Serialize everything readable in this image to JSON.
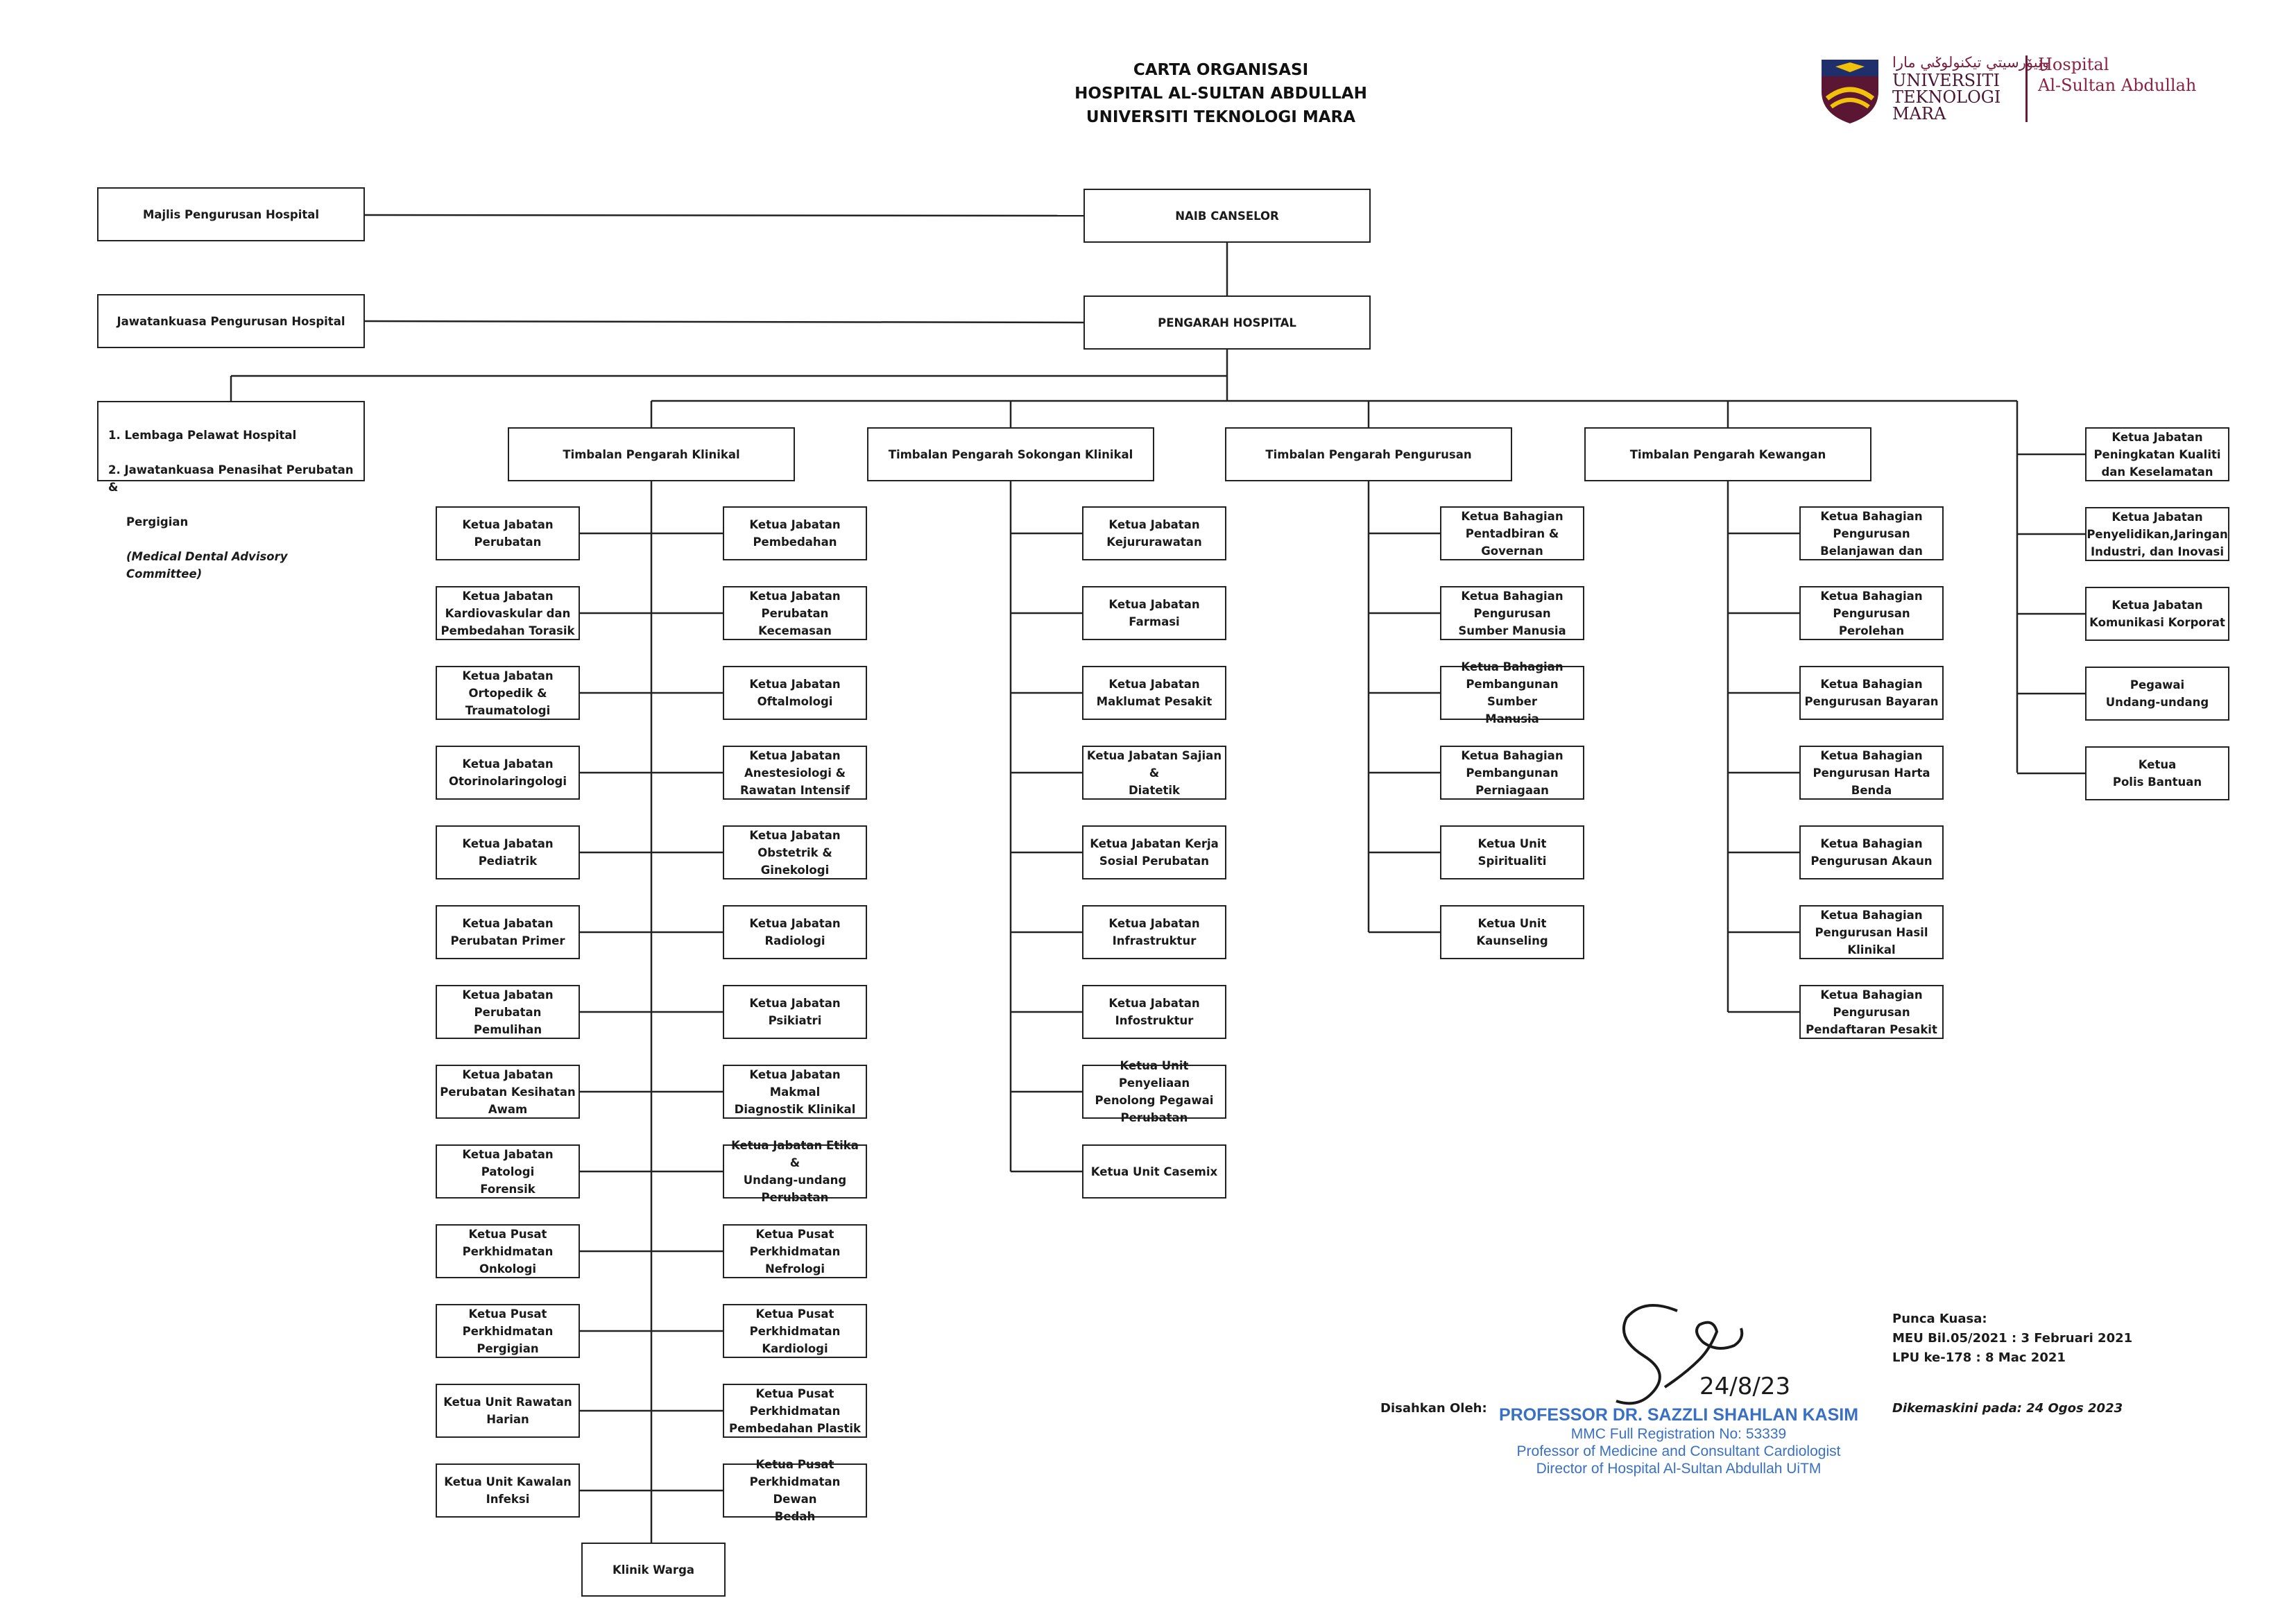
{
  "title": [
    "CARTA ORGANISASI",
    "HOSPITAL AL-SULTAN ABDULLAH",
    "UNIVERSITI TEKNOLOGI MARA"
  ],
  "logo": {
    "arabic": "ﻭﻧﻴﯚﺭﺳﻴﺘﻲ ﺗﻴﻜﻨﻮﻟﻮݢﻲ ﻣﺎرا",
    "university": [
      "UNIVERSITI",
      "TEKNOLOGI",
      "MARA"
    ],
    "hospital": [
      "Hospital",
      "Al-Sultan Abdullah"
    ]
  },
  "top": {
    "majlis": "Majlis Pengurusan Hospital",
    "naib": "NAIB CANSELOR",
    "jawatankuasa": "Jawatankuasa Pengurusan Hospital",
    "pengarah": "PENGARAH HOSPITAL",
    "advisory": {
      "item1": "1.  Lembaga Pelawat Hospital",
      "item2": "2.  Jawatankuasa Penasihat Perubatan &",
      "item2b": "Pergigian",
      "item2c": "(Medical Dental Advisory Committee)"
    }
  },
  "deputies": {
    "klinikal": "Timbalan Pengarah Klinikal",
    "sokongan": "Timbalan Pengarah Sokongan Klinikal",
    "pengurusan": "Timbalan Pengarah Pengurusan",
    "kewangan": "Timbalan Pengarah Kewangan"
  },
  "klinikal_left": [
    "Ketua Jabatan\nPerubatan",
    "Ketua Jabatan\nKardiovaskular dan\nPembedahan Torasik",
    "Ketua Jabatan\nOrtopedik &\nTraumatologi",
    "Ketua  Jabatan\nOtorinolaringologi",
    "Ketua Jabatan\nPediatrik",
    "Ketua Jabatan\nPerubatan Primer",
    "Ketua Jabatan\nPerubatan Pemulihan",
    "Ketua Jabatan\nPerubatan Kesihatan\nAwam",
    "Ketua Jabatan Patologi\nForensik",
    "Ketua Pusat\nPerkhidmatan\nOnkologi",
    "Ketua Pusat\nPerkhidmatan\nPergigian",
    "Ketua Unit Rawatan\nHarian",
    "Ketua Unit Kawalan\nInfeksi"
  ],
  "klinikal_right": [
    "Ketua Jabatan\nPembedahan",
    "Ketua Jabatan\nPerubatan Kecemasan",
    "Ketua Jabatan\nOftalmologi",
    "Ketua Jabatan\nAnestesiologi &\nRawatan Intensif",
    "Ketua Jabatan\nObstetrik & Ginekologi",
    "Ketua Jabatan\nRadiologi",
    "Ketua Jabatan Psikiatri",
    "Ketua Jabatan Makmal\nDiagnostik Klinikal",
    "Ketua Jabatan Etika &\nUndang-undang\nPerubatan",
    "Ketua Pusat\nPerkhidmatan\nNefrologi",
    "Ketua Pusat\nPerkhidmatan\nKardiologi",
    "Ketua Pusat\nPerkhidmatan\nPembedahan Plastik",
    "Ketua Pusat\nPerkhidmatan Dewan\nBedah"
  ],
  "klinik_warga": "Klinik Warga",
  "sokongan": [
    "Ketua Jabatan\nKejururawatan",
    "Ketua Jabatan Farmasi",
    "Ketua Jabatan\nMaklumat Pesakit",
    "Ketua Jabatan Sajian &\nDiatetik",
    "Ketua Jabatan Kerja\nSosial Perubatan",
    "Ketua Jabatan\nInfrastruktur",
    "Ketua Jabatan\nInfostruktur",
    "Ketua Unit Penyeliaan\nPenolong Pegawai\nPerubatan",
    "Ketua Unit Casemix"
  ],
  "pengurusan": [
    "Ketua Bahagian\nPentadbiran &\nGovernan",
    "Ketua Bahagian\nPengurusan\nSumber Manusia",
    "Ketua Bahagian\nPembangunan Sumber\nManusia",
    "Ketua Bahagian\nPembangunan\nPerniagaan",
    "Ketua Unit Spiritualiti",
    "Ketua Unit Kaunseling"
  ],
  "kewangan": [
    "Ketua Bahagian\nPengurusan\nBelanjawan dan",
    "Ketua Bahagian\nPengurusan Perolehan",
    "Ketua Bahagian\nPengurusan Bayaran",
    "Ketua Bahagian\nPengurusan Harta\nBenda",
    "Ketua Bahagian\nPengurusan Akaun",
    "Ketua Bahagian\nPengurusan Hasil\nKlinikal",
    "Ketua Bahagian\nPengurusan\nPendaftaran Pesakit"
  ],
  "direct": [
    "Ketua Jabatan\nPeningkatan Kualiti\ndan Keselamatan",
    "Ketua Jabatan\nPenyelidikan,Jaringan\nIndustri, dan Inovasi",
    "Ketua Jabatan\nKomunikasi Korporat",
    "Pegawai\nUndang-undang",
    "Ketua\nPolis Bantuan"
  ],
  "approval": {
    "label": "Disahkan Oleh:",
    "name": "PROFESSOR DR. SAZZLI SHAHLAN KASIM",
    "lines": [
      "MMC Full Registration No: 53339",
      "Professor of Medicine and Consultant Cardiologist",
      "Director of Hospital Al-Sultan Abdullah UiTM"
    ],
    "date_handwritten": "24/8/23"
  },
  "punca": [
    "Punca Kuasa:",
    "MEU Bil.05/2021 : 3 Februari 2021",
    "LPU ke-178 : 8 Mac 2021"
  ],
  "updated": "Dikemaskini pada: 24 Ogos 2023"
}
